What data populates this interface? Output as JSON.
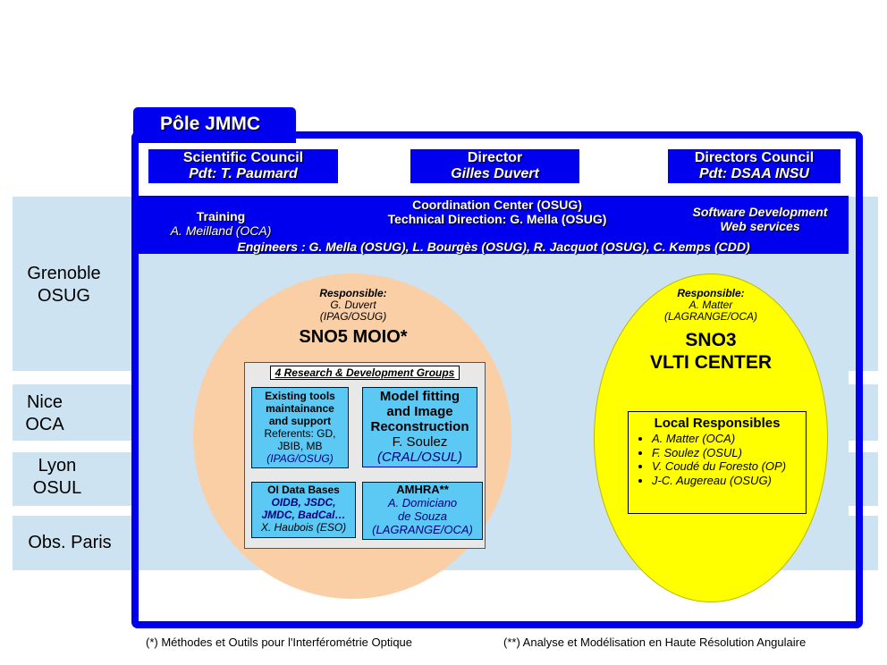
{
  "sites": [
    "Grenoble\nOSUG",
    "Nice\nOCA",
    "Lyon\nOSUL",
    "Obs. Paris"
  ],
  "title": "Pôle JMMC",
  "scientific_council": {
    "label": "Scientific Council",
    "name": "Pdt: T. Paumard"
  },
  "director": {
    "label": "Director",
    "name": "Gilles Duvert"
  },
  "directors_council": {
    "label": "Directors Council",
    "name": "Pdt: DSAA INSU"
  },
  "training": {
    "label": "Training",
    "name": "A. Meilland (OCA)"
  },
  "coordination": {
    "line1": "Coordination Center (OSUG)",
    "line2": "Technical Direction: G. Mella (OSUG)"
  },
  "software": {
    "line1": "Software Development",
    "line2": "Web services"
  },
  "engineers": "Engineers  : G. Mella (OSUG), L. Bourgès (OSUG), R. Jacquot (OSUG), C. Kemps (CDD)",
  "moio": {
    "resp_label": "Responsible:",
    "resp_name": "G. Duvert",
    "resp_inst": "(IPAG/OSUG)",
    "title": "SNO5 MOIO*"
  },
  "vlti": {
    "resp_label": "Responsible:",
    "resp_name": "A. Matter",
    "resp_inst": "(LAGRANGE/OCA)",
    "title1": "SNO3",
    "title2": "VLTI CENTER"
  },
  "groups_title": "4 Research & Development Groups",
  "groups": {
    "tools": {
      "l1": "Existing tools",
      "l2": "maintainance",
      "l3": "and support",
      "l4": "Referents: GD,",
      "l5": "JBIB, MB",
      "l6": "(IPAG/OSUG)"
    },
    "fitting": {
      "l1": "Model fitting",
      "l2": "and Image",
      "l3": "Reconstruction",
      "l4": "F. Soulez",
      "l5": "(CRAL/OSUL)"
    },
    "oidb": {
      "l1": "OI Data Bases",
      "l2": "OIDB, JSDC,",
      "l3": "JMDC, BadCal…",
      "l4": "X. Haubois (ESO)"
    },
    "amhra": {
      "l1": "AMHRA**",
      "l2": "A. Domiciano",
      "l3": "de Souza",
      "l4": "(LAGRANGE/OCA)"
    }
  },
  "local": {
    "title": "Local Responsibles",
    "items": [
      "A. Matter (OCA)",
      "F. Soulez (OSUL)",
      "V. Coudé du Foresto (OP)",
      "J-C. Augereau (OSUG)"
    ]
  },
  "footnotes": {
    "moio": "(*) Méthodes et Outils pour l'Interférométrie Optique",
    "amhra": "(**) Analyse et Modélisation en Haute Résolution Angulaire"
  },
  "colors": {
    "frame": "#0000ee",
    "band": "#cde3f1",
    "moio": "#fbcfa5",
    "vlti": "#ffff00",
    "group_box": "#5cc8f4"
  }
}
